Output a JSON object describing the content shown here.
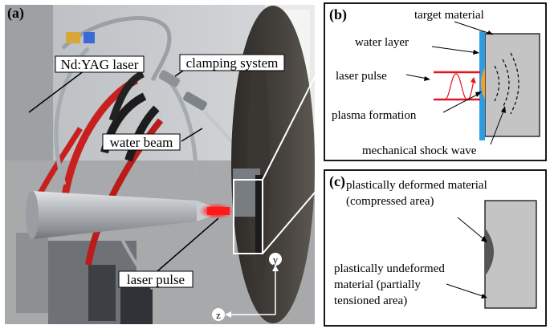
{
  "panel_a": {
    "tag": "(a)",
    "labels": {
      "nd_yag_laser": "Nd:YAG laser",
      "clamping_system": "clamping system",
      "water_beam": "water beam",
      "laser_pulse": "laser pulse",
      "axis_y": "y",
      "axis_z": "z"
    }
  },
  "panel_b": {
    "tag": "(b)",
    "labels": {
      "target_material": "target material",
      "water_layer": "water layer",
      "laser_pulse": "laser pulse",
      "plasma_formation": "plasma formation",
      "mechanical_shock_wave": "mechanical shock wave"
    }
  },
  "panel_c": {
    "tag": "(c)",
    "labels": {
      "deformed_line1": "plastically deformed material",
      "deformed_line2": "(compressed area)",
      "undeformed_line1": "plastically undeformed",
      "undeformed_line2": "material (partially",
      "undeformed_line3": "tensioned area)"
    }
  },
  "colors": {
    "water_layer": "#2f9be0",
    "plasma": "#f0a030",
    "laser_beam": "#e8121c",
    "material_gray": "#c4c4c4",
    "compressed_zone": "#555555"
  }
}
